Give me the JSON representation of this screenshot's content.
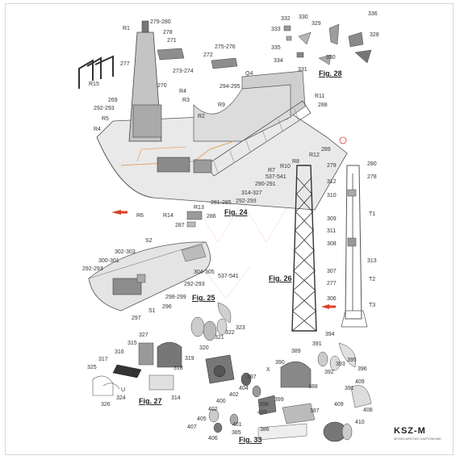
{
  "figures": {
    "fig24": "Fig. 24",
    "fig25": "Fig. 25",
    "fig26": "Fig. 26",
    "fig27": "Fig. 27",
    "fig28": "Fig. 28",
    "fig33": "Fig. 33"
  },
  "labels": {
    "l279_280a": "279-280",
    "lR1": "R1",
    "l278a": "278",
    "l271": "271",
    "l275_276": "275-276",
    "l272": "272",
    "l277a": "277",
    "l273_274": "273-274",
    "lR15": "R15",
    "l270": "270",
    "lQ4": "Q4",
    "lR4a": "R4",
    "l294_295": "294-295",
    "lR3": "R3",
    "l269": "269",
    "lR9": "R9",
    "l292_293a": "292-293",
    "lR11": "R11",
    "l288": "288",
    "lR5": "R5",
    "lR2": "R2",
    "lR4b": "R4",
    "l289": "289",
    "lR12": "R12",
    "lR8": "R8",
    "lR10": "R10",
    "lR7": "R7",
    "l537_541a": "537-541",
    "l290_291": "290-291",
    "l314_327": "314-327",
    "l292_293b": "292-293",
    "l281_285": "281-285",
    "lR13": "R13",
    "lR6": "R6",
    "lR14": "R14",
    "l286": "286",
    "l287": "287",
    "l332": "332",
    "l330a": "330",
    "l336": "336",
    "l329": "329",
    "l333": "333",
    "l335": "335",
    "l328": "328",
    "l334": "334",
    "l330b": "330",
    "l331": "331",
    "l279": "279",
    "l280": "280",
    "l312": "312",
    "l278b": "278",
    "l310": "310",
    "lT1": "T1",
    "l309": "309",
    "l311": "311",
    "l308": "308",
    "l313": "313",
    "l307": "307",
    "lT2": "T2",
    "l277b": "277",
    "l306": "306",
    "lT3": "T3",
    "lS2": "S2",
    "l302_303": "302-303",
    "l300_301": "300-301",
    "l292_293c": "292-293",
    "l304_305": "304-305",
    "l537_541b": "537-541",
    "l292_293d": "292-293",
    "l298_299": "298-299",
    "l296": "296",
    "lS1": "S1",
    "l297": "297",
    "l323": "323",
    "l322": "322",
    "l321": "321",
    "l320": "320",
    "l327": "327",
    "l315": "315",
    "l316": "316",
    "l317": "317",
    "l319": "319",
    "l318": "318",
    "l325": "325",
    "lU": "U",
    "l324": "324",
    "l326": "326",
    "l314": "314",
    "l394": "394",
    "l391a": "391",
    "l389": "389",
    "l390": "390",
    "lX": "X",
    "l393": "393",
    "l395": "395",
    "l396": "396",
    "l392": "392",
    "l397": "397",
    "l404": "404",
    "l402a": "402",
    "l388": "388",
    "l409a": "409",
    "l391b": "391",
    "l400": "400",
    "l398": "398",
    "l399": "399",
    "l402b": "402",
    "l403": "403",
    "l409b": "409",
    "l408": "408",
    "l405": "405",
    "l401": "401",
    "l387": "387",
    "l407": "407",
    "l406": "406",
    "l385": "385",
    "l386": "386",
    "l410": "410"
  },
  "logo": {
    "name": "KSZ-M",
    "subtitle": "MODELARSTWO KARTONOWE"
  },
  "colors": {
    "line": "#555555",
    "shade": "#c9c9c9",
    "dark": "#6b6b6b",
    "accent_red": "#d9412b",
    "wire_orange": "#e3a36b"
  }
}
